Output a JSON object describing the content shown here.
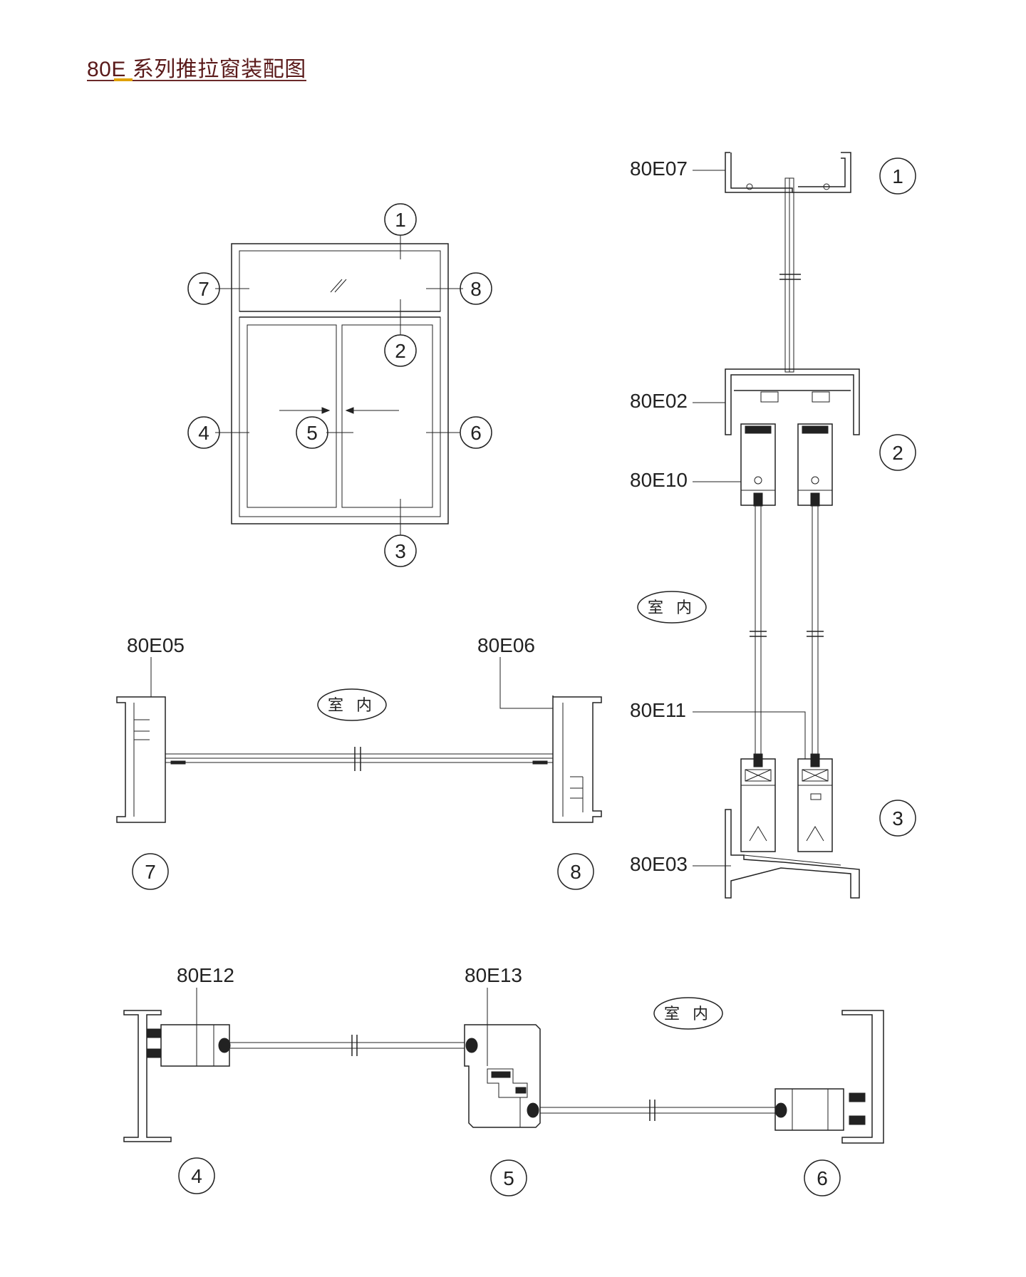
{
  "title": "80E 系列推拉窗装配图",
  "accent_colors": {
    "title_text": "#5a1a1a",
    "underline": "#6b2a2a",
    "accent_bar": "#e0a100",
    "line": "#222222"
  },
  "elevation": {
    "callouts": [
      "1",
      "2",
      "3",
      "4",
      "5",
      "6",
      "7",
      "8"
    ],
    "glass_symbol": "//"
  },
  "vertical_section": {
    "callouts": [
      "1",
      "2",
      "3"
    ],
    "profiles": [
      "80E07",
      "80E02",
      "80E10",
      "80E11",
      "80E03"
    ],
    "indoor_label": "室 内"
  },
  "fixed_section": {
    "profiles": [
      "80E05",
      "80E06"
    ],
    "indoor_label": "室 内",
    "callouts": [
      "7",
      "8"
    ]
  },
  "horizontal_section": {
    "profiles": [
      "80E12",
      "80E13"
    ],
    "indoor_label": "室 内",
    "callouts": [
      "4",
      "5",
      "6"
    ]
  }
}
